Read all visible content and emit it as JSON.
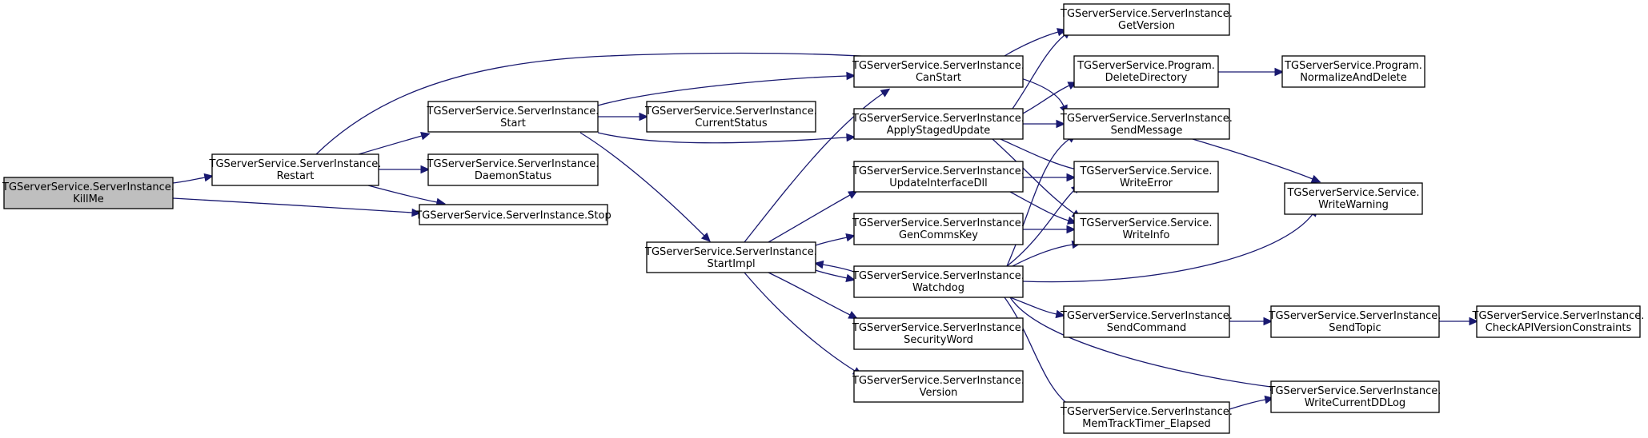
{
  "diagram": {
    "nodes": [
      {
        "id": "killme",
        "line1": "TGServerService.ServerInstance.",
        "line2": "KillMe",
        "highlight": true
      },
      {
        "id": "restart",
        "line1": "TGServerService.ServerInstance.",
        "line2": "Restart"
      },
      {
        "id": "start",
        "line1": "TGServerService.ServerInstance.",
        "line2": "Start"
      },
      {
        "id": "daemonstatus",
        "line1": "TGServerService.ServerInstance.",
        "line2": "DaemonStatus"
      },
      {
        "id": "stop",
        "line1": "TGServerService.ServerInstance.Stop",
        "line2": ""
      },
      {
        "id": "currentstatus",
        "line1": "TGServerService.ServerInstance.",
        "line2": "CurrentStatus"
      },
      {
        "id": "startimpl",
        "line1": "TGServerService.ServerInstance.",
        "line2": "StartImpl"
      },
      {
        "id": "canstart",
        "line1": "TGServerService.ServerInstance.",
        "line2": "CanStart"
      },
      {
        "id": "applystagedupdate",
        "line1": "TGServerService.ServerInstance.",
        "line2": "ApplyStagedUpdate"
      },
      {
        "id": "updateinterfacedll",
        "line1": "TGServerService.ServerInstance.",
        "line2": "UpdateInterfaceDll"
      },
      {
        "id": "gencommskey",
        "line1": "TGServerService.ServerInstance.",
        "line2": "GenCommsKey"
      },
      {
        "id": "watchdog",
        "line1": "TGServerService.ServerInstance.",
        "line2": "Watchdog"
      },
      {
        "id": "securityword",
        "line1": "TGServerService.ServerInstance.",
        "line2": "SecurityWord"
      },
      {
        "id": "version",
        "line1": "TGServerService.ServerInstance.",
        "line2": "Version"
      },
      {
        "id": "getversion",
        "line1": "TGServerService.ServerInstance.",
        "line2": "GetVersion"
      },
      {
        "id": "deletedirectory",
        "line1": "TGServerService.Program.",
        "line2": "DeleteDirectory"
      },
      {
        "id": "sendmessage",
        "line1": "TGServerService.ServerInstance.",
        "line2": "SendMessage"
      },
      {
        "id": "writeerror",
        "line1": "TGServerService.Service.",
        "line2": "WriteError"
      },
      {
        "id": "writeinfo",
        "line1": "TGServerService.Service.",
        "line2": "WriteInfo"
      },
      {
        "id": "sendcommand",
        "line1": "TGServerService.ServerInstance.",
        "line2": "SendCommand"
      },
      {
        "id": "memtracktimer",
        "line1": "TGServerService.ServerInstance.",
        "line2": "MemTrackTimer_Elapsed"
      },
      {
        "id": "normalizeanddelete",
        "line1": "TGServerService.Program.",
        "line2": "NormalizeAndDelete"
      },
      {
        "id": "writewarning",
        "line1": "TGServerService.Service.",
        "line2": "WriteWarning"
      },
      {
        "id": "sendtopic",
        "line1": "TGServerService.ServerInstance.",
        "line2": "SendTopic"
      },
      {
        "id": "writecurrentddlog",
        "line1": "TGServerService.ServerInstance.",
        "line2": "WriteCurrentDDLog"
      },
      {
        "id": "checkapiversion",
        "line1": "TGServerService.ServerInstance.",
        "line2": "CheckAPIVersionConstraints"
      }
    ],
    "edges": [
      [
        "killme",
        "restart"
      ],
      [
        "killme",
        "stop"
      ],
      [
        "restart",
        "start"
      ],
      [
        "restart",
        "daemonstatus"
      ],
      [
        "restart",
        "stop"
      ],
      [
        "restart",
        "sendmessage"
      ],
      [
        "start",
        "currentstatus"
      ],
      [
        "start",
        "canstart"
      ],
      [
        "start",
        "applystagedupdate"
      ],
      [
        "start",
        "startimpl"
      ],
      [
        "startimpl",
        "canstart"
      ],
      [
        "startimpl",
        "updateinterfacedll"
      ],
      [
        "startimpl",
        "gencommskey"
      ],
      [
        "startimpl",
        "watchdog"
      ],
      [
        "startimpl",
        "securityword"
      ],
      [
        "startimpl",
        "version"
      ],
      [
        "watchdog",
        "startimpl"
      ],
      [
        "canstart",
        "getversion"
      ],
      [
        "applystagedupdate",
        "getversion"
      ],
      [
        "applystagedupdate",
        "deletedirectory"
      ],
      [
        "applystagedupdate",
        "sendmessage"
      ],
      [
        "applystagedupdate",
        "writeerror"
      ],
      [
        "applystagedupdate",
        "writeinfo"
      ],
      [
        "updateinterfacedll",
        "writeerror"
      ],
      [
        "updateinterfacedll",
        "writeinfo"
      ],
      [
        "gencommskey",
        "writeinfo"
      ],
      [
        "watchdog",
        "sendmessage"
      ],
      [
        "watchdog",
        "writeerror"
      ],
      [
        "watchdog",
        "writeinfo"
      ],
      [
        "watchdog",
        "writewarning"
      ],
      [
        "watchdog",
        "sendcommand"
      ],
      [
        "watchdog",
        "memtracktimer"
      ],
      [
        "watchdog",
        "writecurrentddlog"
      ],
      [
        "deletedirectory",
        "normalizeanddelete"
      ],
      [
        "sendmessage",
        "writewarning"
      ],
      [
        "sendcommand",
        "sendtopic"
      ],
      [
        "sendtopic",
        "checkapiversion"
      ],
      [
        "memtracktimer",
        "writecurrentddlog"
      ]
    ]
  }
}
